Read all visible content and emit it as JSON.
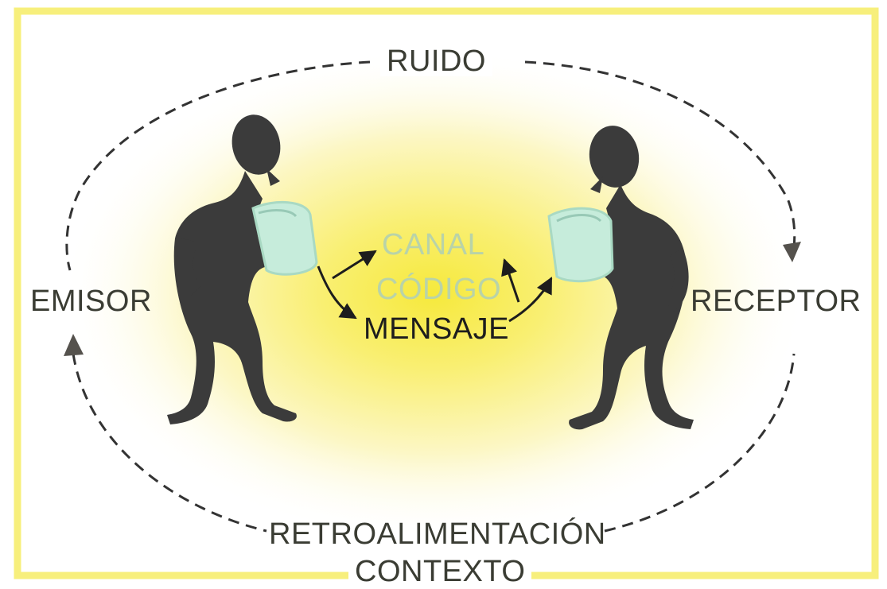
{
  "diagram": {
    "noise_label": "RUIDO",
    "sender_label": "EMISOR",
    "receiver_label": "RECEPTOR",
    "channel_label": "CANAL",
    "code_label": "CÓDIGO",
    "message_label": "MENSAJE",
    "feedback_label": "RETROALIMENTACIÓN",
    "context_label": "CONTEXTO"
  },
  "colors": {
    "frame": "#f7ef7c",
    "glow": "#f8ec55",
    "figure": "#3b3b3b",
    "jar": "#bfe8d6",
    "pale_text": "#b9d3a8",
    "dark_text": "#3a3c33"
  },
  "icons": [
    "sender-figure",
    "receiver-figure",
    "glass-jar-icon",
    "arrow-icon"
  ]
}
